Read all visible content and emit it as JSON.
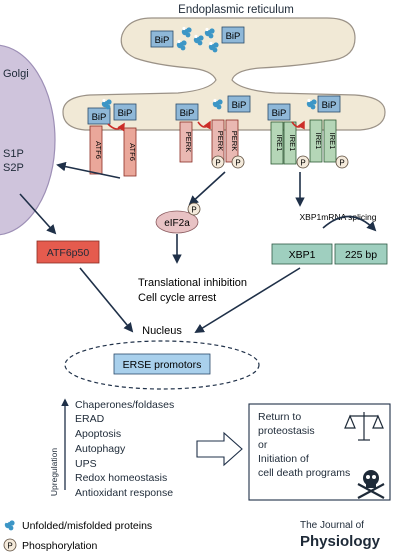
{
  "er_label": "Endoplasmic reticulum",
  "golgi_label": "Golgi",
  "bip_label": "BiP",
  "atf6_label": "ATF6",
  "perk_label": "PERK",
  "ire1_label": "IRE1",
  "s1p_label": "S1P",
  "s2p_label": "S2P",
  "phospho_symbol": "P",
  "atf6p50_label": "ATF6p50",
  "eif2a_label": "eIF2a",
  "xbp1_splicing_label": "XBP1mRNA splicing",
  "xbp1_label": "XBP1",
  "bp_label": "225 bp",
  "translational_lines": [
    "Translational inhibition",
    "Cell cycle arrest"
  ],
  "nucleus_label": "Nucleus",
  "erse_label": "ERSE promotors",
  "upregulation_label": "Upregulation",
  "upregulation_list": [
    "Chaperones/foldases",
    "ERAD",
    "Apoptosis",
    "Autophagy",
    "UPS",
    "Redox homeostasis",
    "Antioxidant response"
  ],
  "outcome_lines": [
    "Return to",
    "proteostasis",
    "or",
    "Initiation of",
    "cell death programs"
  ],
  "legend": {
    "unfolded": "Unfolded/misfolded proteins",
    "phospho": "Phosphorylation"
  },
  "journal_logo": [
    "The Journal of",
    "Physiology"
  ],
  "colors": {
    "er_fill": "#f1e9d6",
    "golgi_fill": "#cfc4dc",
    "bip_fill": "#8fb8d8",
    "atf6_fill": "#eaa79a",
    "perk_fill": "#e9b8b2",
    "ire1_fill": "#b5d6b7",
    "xbp1_fill": "#9fcfbf",
    "eif2a_fill": "#e8c2c4",
    "protein_blue": "#3c96c6",
    "arrow_red": "#cc2d28",
    "arrow_dark": "#1f3048"
  }
}
